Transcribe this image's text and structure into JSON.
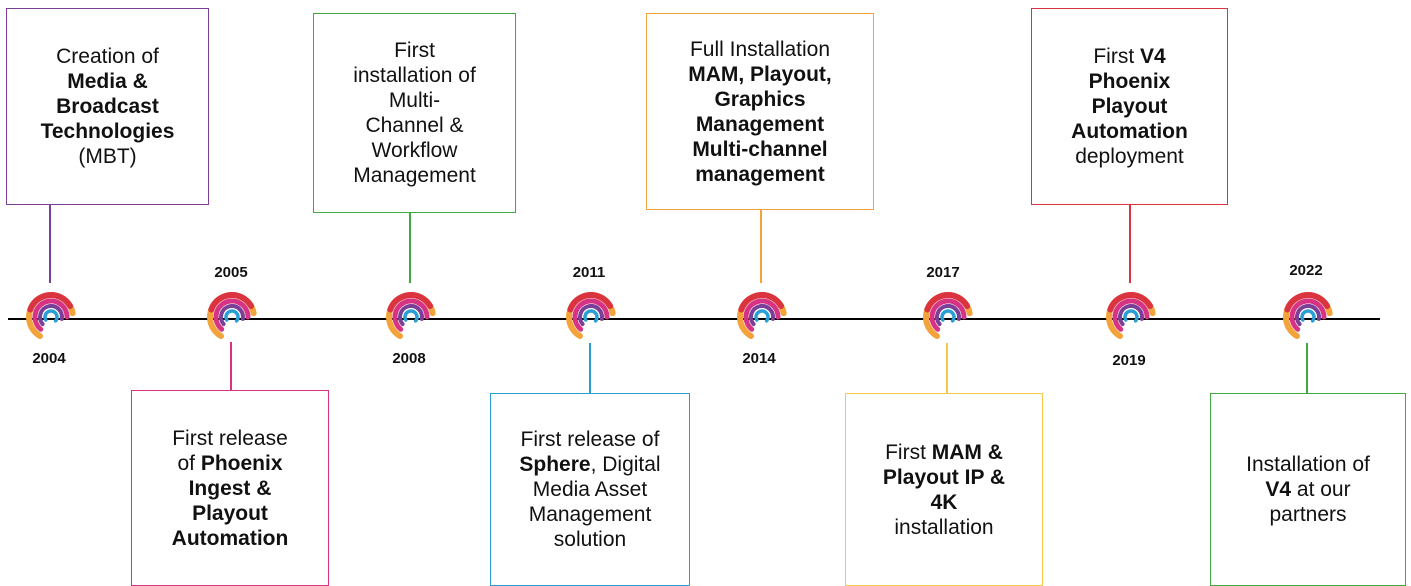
{
  "colors": {
    "purple": "#7b3f98",
    "pink": "#d63384",
    "green": "#3faa3f",
    "blue": "#2a9fd6",
    "orange": "#f2a33a",
    "yellow": "#f2c94c",
    "red": "#d9343f",
    "axis": "#000000"
  },
  "milestones": [
    {
      "year": "2004",
      "lines": [
        [
          "Creation of",
          ""
        ],
        [
          "",
          "Media &"
        ],
        [
          "",
          "Broadcast"
        ],
        [
          "",
          "Technologies"
        ],
        [
          "(MBT)",
          ""
        ]
      ]
    },
    {
      "year": "2005",
      "lines": [
        [
          "First release",
          ""
        ],
        [
          "of ",
          "Phoenix"
        ],
        [
          "",
          "Ingest &"
        ],
        [
          "",
          "Playout"
        ],
        [
          "",
          "Automation"
        ]
      ]
    },
    {
      "year": "2008",
      "lines": [
        [
          "First",
          ""
        ],
        [
          "installation of",
          ""
        ],
        [
          "Multi-",
          ""
        ],
        [
          "Channel &",
          ""
        ],
        [
          "Workflow",
          ""
        ],
        [
          "Management",
          ""
        ]
      ]
    },
    {
      "year": "2011",
      "lines": [
        [
          "First release of",
          ""
        ],
        [
          "",
          "Sphere"
        ],
        [
          ", Digital",
          ""
        ],
        [
          "Media Asset",
          ""
        ],
        [
          "Management",
          ""
        ],
        [
          "solution",
          ""
        ]
      ]
    },
    {
      "year": "2014",
      "lines": [
        [
          "Full Installation",
          ""
        ],
        [
          "",
          "MAM, Playout,"
        ],
        [
          "",
          "Graphics"
        ],
        [
          "",
          "Management"
        ],
        [
          "",
          "Multi-channel"
        ],
        [
          "",
          "management"
        ]
      ]
    },
    {
      "year": "2017",
      "lines": [
        [
          "First ",
          "MAM &"
        ],
        [
          "",
          "Playout IP &"
        ],
        [
          "",
          "4K"
        ],
        [
          "installation",
          ""
        ]
      ]
    },
    {
      "year": "2019",
      "lines": [
        [
          "First ",
          "V4"
        ],
        [
          "",
          "Phoenix"
        ],
        [
          "",
          "Playout"
        ],
        [
          "",
          "Automation"
        ],
        [
          "deployment",
          ""
        ]
      ]
    },
    {
      "year": "2022",
      "lines": [
        [
          "Installation of",
          ""
        ],
        [
          "",
          "V4"
        ],
        [
          " at our",
          ""
        ],
        [
          "partners",
          ""
        ]
      ]
    }
  ]
}
